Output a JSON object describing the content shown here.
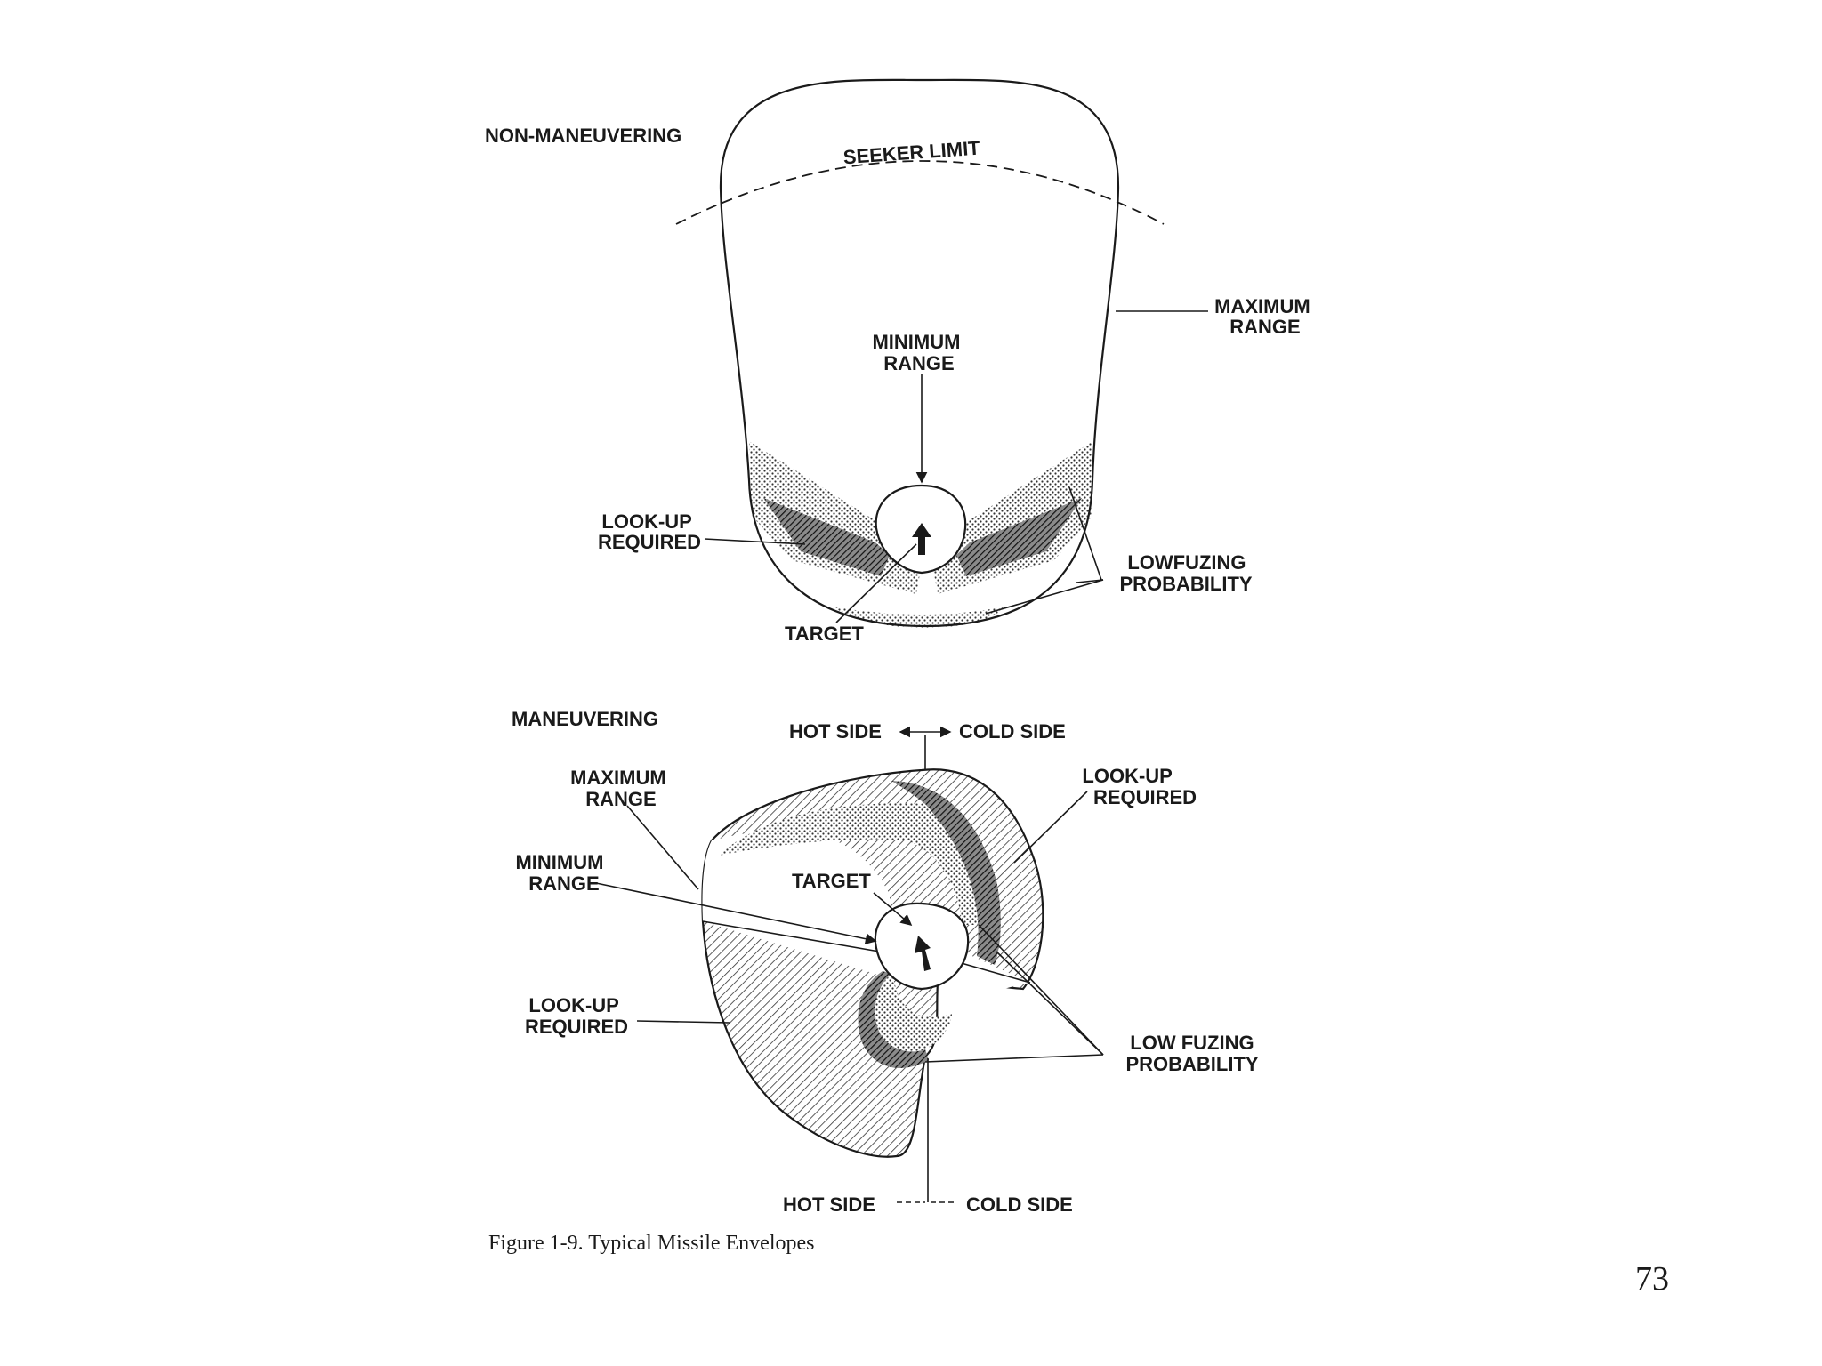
{
  "figure": {
    "caption": "Figure 1-9. Typical Missile Envelopes",
    "page_number": "73"
  },
  "top_panel": {
    "title": "NON-MANEUVERING",
    "seeker_limit": "SEEKER LIMIT",
    "maximum_range": [
      "MAXIMUM",
      "RANGE"
    ],
    "minimum_range": [
      "MINIMUM",
      "RANGE"
    ],
    "look_up_required": [
      "LOOK-UP",
      "REQUIRED"
    ],
    "low_fuzing_probability": [
      "LOWFUZING",
      "PROBABILITY"
    ],
    "target": "TARGET"
  },
  "bottom_panel": {
    "title": "MANEUVERING",
    "hot_side_top": "HOT SIDE",
    "cold_side_top": "COLD SIDE",
    "maximum_range": [
      "MAXIMUM",
      "RANGE"
    ],
    "look_up_required_right": [
      "LOOK-UP",
      "REQUIRED"
    ],
    "minimum_range": [
      "MINIMUM",
      "RANGE"
    ],
    "target": "TARGET",
    "look_up_required_left": [
      "LOOK-UP",
      "REQUIRED"
    ],
    "low_fuzing_probability": [
      "LOW FUZING",
      "PROBABILITY"
    ],
    "hot_side_bottom": "HOT SIDE",
    "cold_side_bottom": "COLD SIDE"
  },
  "colors": {
    "ink": "#1a1a1a",
    "background": "#ffffff"
  }
}
